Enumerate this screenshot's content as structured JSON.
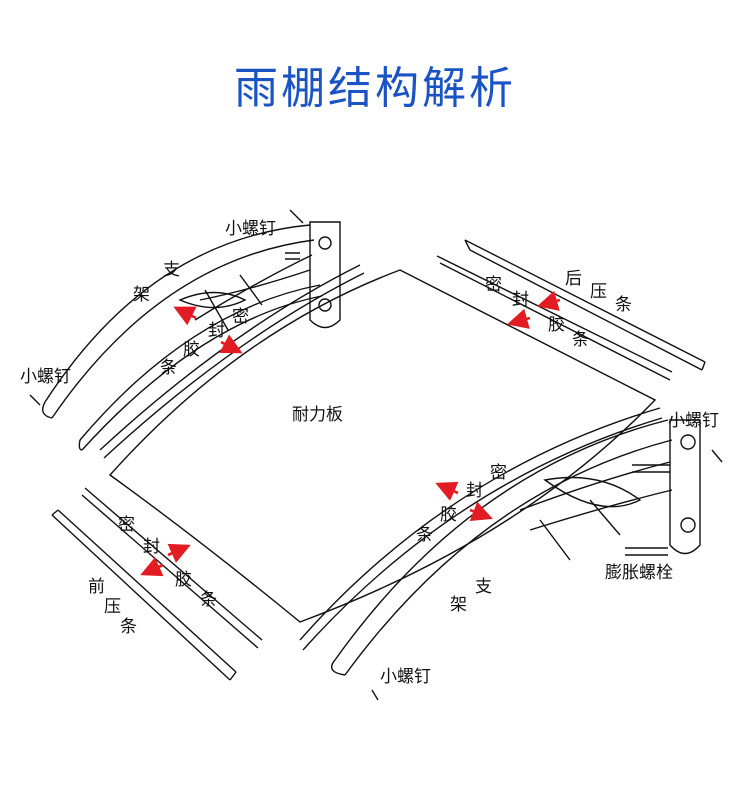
{
  "title": "雨棚结构解析",
  "labels": {
    "screw_top_left": "小螺钉",
    "screw_left": "小螺钉",
    "screw_right": "小螺钉",
    "screw_bottom": "小螺钉",
    "bracket_left_a": "架",
    "bracket_left_b": "支",
    "bracket_right_a": "架",
    "bracket_right_b": "支",
    "rear_strip_1": "后",
    "rear_strip_2": "压",
    "rear_strip_3": "条",
    "front_strip_1": "前",
    "front_strip_2": "压",
    "front_strip_3": "条",
    "seal_1": "密",
    "seal_2": "封",
    "seal_3": "胶",
    "seal_4": "条",
    "panel": "耐力板",
    "expansion_bolt": "膨胀螺栓"
  },
  "colors": {
    "title": "#1a54c4",
    "arrow": "#e31b23",
    "line": "#111111"
  }
}
